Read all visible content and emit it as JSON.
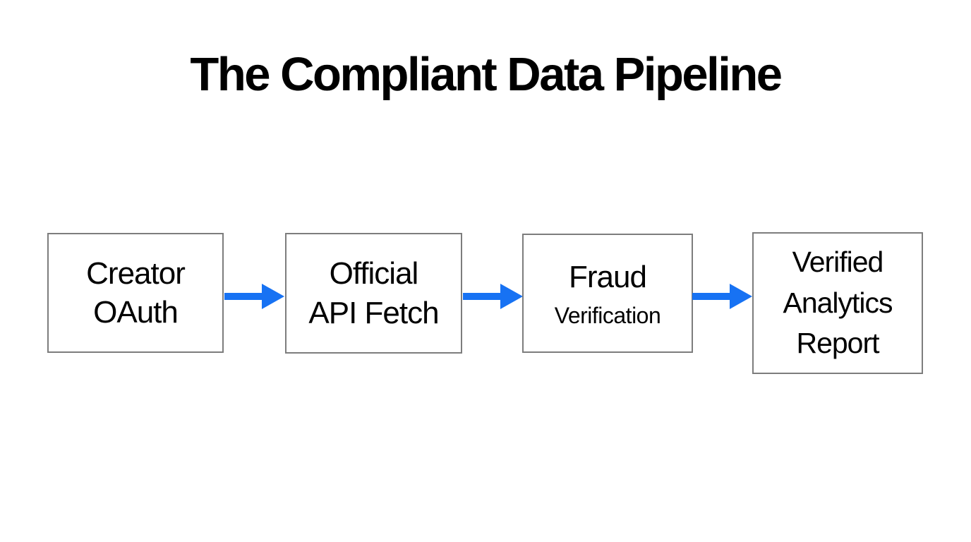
{
  "title": "The Compliant Data Pipeline",
  "colors": {
    "background": "#ffffff",
    "text": "#000000",
    "box_border": "#7d7d7d",
    "arrow": "#1772f3"
  },
  "pipeline": {
    "boxes": [
      {
        "id": "creator-oauth",
        "lines": [
          "Creator",
          "OAuth"
        ]
      },
      {
        "id": "official-api-fetch",
        "lines": [
          "Official",
          "API Fetch"
        ]
      },
      {
        "id": "fraud-verification",
        "lines": [
          "Fraud",
          "Verification"
        ]
      },
      {
        "id": "verified-analytics-report",
        "lines": [
          "Verified",
          "Analytics",
          "Report"
        ]
      }
    ],
    "connector_icon": "arrow-right"
  }
}
